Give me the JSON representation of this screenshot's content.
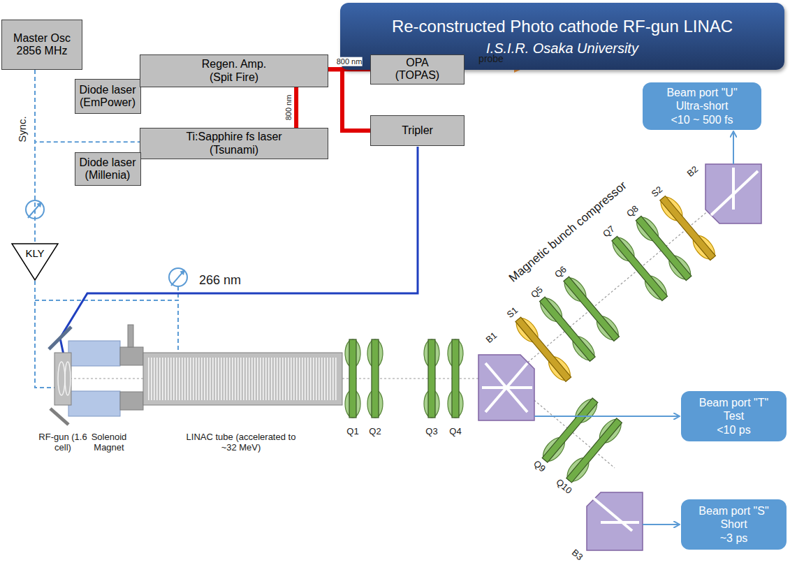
{
  "diagram": {
    "nodes": [
      {
        "text": [
          "Re-constructed Photo cathode RF-gun LINAC",
          "I.S.I.R. Osaka University"
        ]
      },
      {
        "text": [
          "Master Osc",
          "2856 MHz"
        ]
      },
      {
        "text": [
          "Diode laser",
          "(EmPower)"
        ]
      },
      {
        "text": [
          "Regen. Amp.",
          "(Spit Fire)"
        ]
      },
      {
        "text": [
          "OPA",
          "(TOPAS)"
        ]
      },
      {
        "text": [
          "Ti:Sapphire fs laser",
          "(Tsunami)"
        ]
      },
      {
        "text": [
          "Tripler"
        ]
      },
      {
        "text": [
          "Diode laser",
          "(Millenia)"
        ]
      },
      {
        "text": [
          "KLY"
        ]
      },
      {
        "text": [
          "Beam port \"U\"",
          "Ultra-short",
          "<10 ~ 500 fs"
        ]
      },
      {
        "text": [
          "Beam port \"T\"",
          "Test",
          "<10 ps"
        ]
      },
      {
        "text": [
          "Beam port \"S\"",
          "Short",
          "~3 ps"
        ]
      }
    ],
    "edges": [
      {
        "from": 3,
        "to": 4,
        "arrow": "none",
        "label": "800 nm"
      },
      {
        "from": 5,
        "to": 3,
        "arrow": "none",
        "label": "800 nm"
      },
      {
        "from": 3,
        "to": 6,
        "arrow": "none"
      },
      {
        "from": 1,
        "to": 5,
        "arrow": "none"
      },
      {
        "from": 1,
        "to": 8,
        "arrow": "none"
      }
    ],
    "labels": [
      "Sync.",
      "probe",
      "266 nm",
      "RF-gun (1.6 cell)",
      "Solenoid Magnet",
      "LINAC tube (accelerated to ~32 MeV)",
      "Q1",
      "Q2",
      "Q3",
      "Q4",
      "Magnetic bunch compressor",
      "B1",
      "S1",
      "Q5",
      "Q6",
      "Q7",
      "Q8",
      "S2",
      "B2",
      "Q9",
      "Q10",
      "B3"
    ]
  }
}
